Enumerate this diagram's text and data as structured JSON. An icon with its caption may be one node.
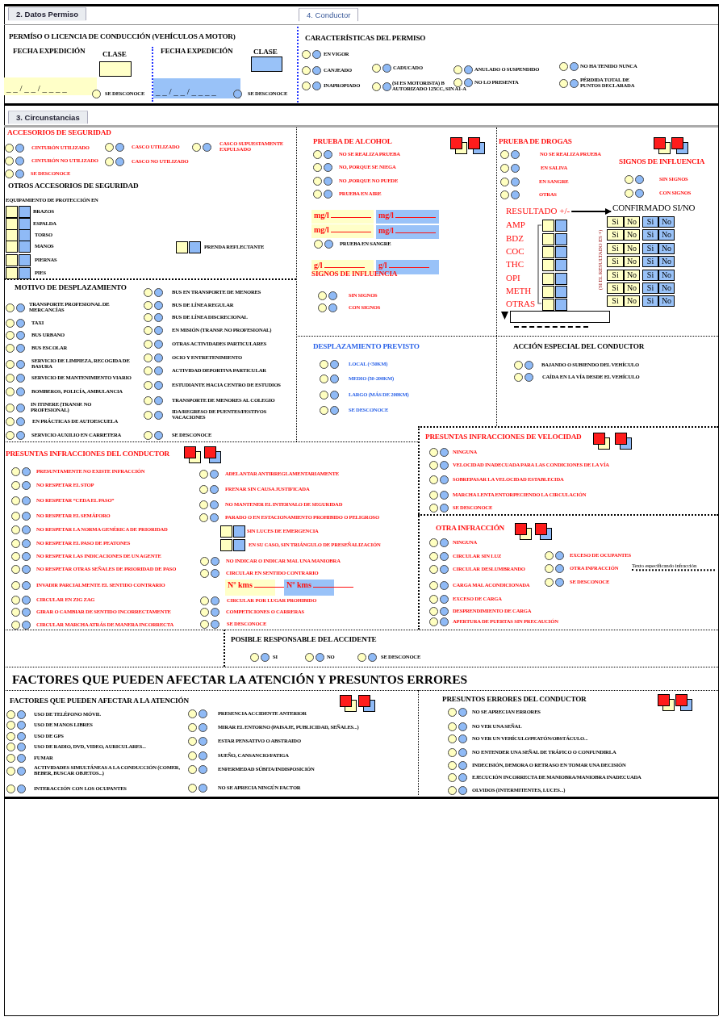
{
  "diagram": {
    "nodes": [
      {
        "text": [
          "RESULTADO +/-"
        ]
      },
      {
        "text": [
          "CONFIRMADO SI/NO"
        ]
      }
    ],
    "edges": [
      {
        "from": 0,
        "to": 1,
        "arrow": "to"
      }
    ],
    "labels": [
      "2. Datos Permiso",
      "4. Conductor",
      "PERMÍSO O LICENCIA DE CONDUCCIÓN (VEHÍCULOS A MOTOR)",
      "FECHA EXPEDICIÓN",
      "CLASE",
      "_ _ / _ _ / _ _ _ _",
      "SE DESCONOCE",
      "FECHA EXPEDICIÓN",
      "CLASE",
      "_ _ / _ _ / _ _ _ _",
      "SE DESCONOCE",
      "CARACTERÍSTICAS DEL PERMISO",
      "EN VIGOR",
      "CADUCADO",
      "ANULADO O SUSPENDIDO",
      "NO HA TENIDO NUNCA",
      "CANJEADO",
      "(SI ES MOTORISTA) B AUTORIZADO 125CC, SIN A1-A",
      "NO LO PRESENTA",
      "PÉRDIDA TOTAL DE PUNTOS DECLARADA",
      "INAPROPIADO",
      "3. Circunstancias",
      "ACCESORIOS DE SEGURIDAD",
      "CINTURÓN UTILIZADO",
      "CASCO UTILIZADO",
      "CASCO SUPUESTAMENTE EXPULSADO",
      "CINTURÓN NO UTILIZADO",
      "CASCO NO UTILIZADO",
      "SE DESCONOCE",
      "OTROS ACCESORIOS DE SEGURIDAD",
      "EQUIPAMIENTO DE PROTECCIÓN EN",
      "BRAZOS",
      "ESPALDA",
      "TORSO",
      "MANOS",
      "PRENDA REFLECTANTE",
      "PIERNAS",
      "PIES",
      "MOTIVO  DE DESPLAZAMIENTO",
      "TRANSPORTE PROFESIONAL DE MERCANCÍAS",
      "TAXI",
      "BUS URBANO",
      "BUS ESCOLAR",
      "SERVICIO DE LIMPIEZA, RECOGIDA DE BASURA",
      "SERVICIO DE MANTENIMIENTO VIARIO",
      "BOMBEROS, POLICÍA, AMBULANCIA",
      "IN ITINERE (TRANSP. NO PROFESIONAL)",
      "EN PRÁCTICAS DE AUTOESCUELA",
      "SERVICIO AUXILIO EN CARRETERA",
      "BUS EN TRANSPORTE DE MENORES",
      "BUS DE LÍNEA REGULAR",
      "BUS DE LÍNEA DISCRECIONAL",
      "EN MISIÓN (TRANSP. NO PROFESIONAL)",
      "OTRAS ACTIVIDADES PARTICULARES",
      "OCIO Y ENTRETENIMIENTO",
      "ACTIVIDAD  DEPORTIVA PARTICULAR",
      "ESTUDIANTE HACIA CENTRO DE ESTUDIOS",
      "TRANSPORTE DE MENORES AL COLEGIO",
      "IDA/REGRESO DE PUENTES/FESTIVOS VACACIONES",
      "SE DESCONOCE",
      "PRUEBA DE ALCOHOL",
      "NO SE REALIZA PRUEBA",
      "NO, PORQUE SE NIEGA",
      "NO ,PORQUE NO PUEDE",
      "PRUEBA EN AIRE",
      "mg/l",
      "mg/l",
      "mg/l",
      "mg/l",
      "PRUEBA EN SANGRE",
      "g/l",
      "g/l",
      "SIGNOS DE INFLUENCIA",
      "SIN SIGNOS",
      "CON SIGNOS",
      "PRUEBA DE DROGAS",
      "NO SE REALIZA PRUEBA",
      "EN SALIVA",
      "EN SANGRE",
      "OTRAS",
      "SIGNOS DE INFLUENCIA",
      "SIN SIGNOS",
      "CON SIGNOS",
      "AMP",
      "BDZ",
      "COC",
      "THC",
      "OPI",
      "METH",
      "OTRAS",
      "(SI EL RESULTADO ES +)",
      "Si",
      "No",
      "Si",
      "No",
      "Si",
      "No",
      "Si",
      "No",
      "Si",
      "No",
      "Si",
      "No",
      "Si",
      "No",
      "Si",
      "No",
      "Si",
      "No",
      "Si",
      "No",
      "Si",
      "No",
      "Si",
      "No",
      "Si",
      "No",
      "Si",
      "No",
      "DESPLAZAMIENTO PREVISTO",
      "LOCAL (<50KM)",
      "MEDIO (50-200KM)",
      "LARGO (MÁS DE 200KM)",
      "SE DESCONOCE",
      "ACCIÓN ESPECIAL DEL CONDUCTOR",
      "BAJANDO O SUBIENDO DEL VEHÍCULO",
      "CAÍDA EN LA VÍA DESDE EL VEHÍCULO",
      "PRESUNTAS INFRACCIONES DEL CONDUCTOR",
      "PRESUNTAMENTE NO EXISTE INFRACCIÓN",
      "NO RESPETAR EL STOP",
      "NO RESPETAR “CEDA EL PASO”",
      "NO RESPETAR EL SEMÁFORO",
      "NO RESPETAR LA NORMA GENÉRICA DE PRIORIDAD",
      "NO RESPETAR EL PASO DE PEATONES",
      "NO RESPETAR LAS INDICACIONES DE UN AGENTE",
      "NO RESPETAR OTRAS SEÑALES DE PRIORIDAD DE PASO",
      "INVADIR PARCIALMENTE EL SENTIDO CONTRARIO",
      "CIRCULAR EN ZIG ZAG",
      "GIRAR O CAMBIAR DE SENTIDO INCORRECTAMENTE",
      "CIRCULAR MARCHA ATRÁS DE MANERA INCORRECTA",
      "ADELANTAR ANTIRREGLAMENTARIAMENTE",
      "FRENAR SIN CAUSA JUSTIFICADA",
      "NO MANTENER EL INTERVALO DE SEGURIDAD",
      "PARADO O EN ESTACIONAMIENTO PROHIBIDO O PELIGROSO",
      "SIN LUCES DE EMERGENCIA",
      "EN SU CASO, SIN TRIÁNGULO DE PRESEÑALIZACIÓN",
      "NO INDICAR O INDICAR MAL UNA MANIOBRA",
      "CIRCULAR EN SENTIDO CONTRARIO",
      "Nº kms",
      "Nº kms",
      "CIRCULAR POR LUGAR PROHIBIDO",
      "COMPETICIONES O CARRERAS",
      "SE DESCONOCE",
      "PRESUNTAS INFRACCIONES DE VELOCIDAD",
      "NINGUNA",
      "VELOCIDAD INADECUADA PARA LAS CONDICIONES DE LA VÍA",
      "SOBREPASAR LA VELOCIDAD ESTABLECIDA",
      "MARCHA LENTA ENTORPECIENDO LA CIRCULACIÓN",
      "SE DESCONOCE",
      "OTRA INFRACCIÓN",
      "NINGUNA",
      "CIRCULAR SIN LUZ",
      "CIRCULAR DESLUMBRANDO",
      "CARGA MAL ACONDICIONADA",
      "EXCESO DE CARGA",
      "DESPRENDIMIENTO DE CARGA",
      "APERTURA DE PUERTAS SIN PRECAUCIÓN",
      "EXCESO DE OCUPANTES",
      "OTRA INFRACCIÓN",
      "Texto especificando infracción",
      "SE DESCONOCE",
      "POSIBLE RESPONSABLE DEL ACCIDENTE",
      "SI",
      "NO",
      "SE DESCONOCE",
      "FACTORES QUE PUEDEN AFECTAR LA ATENCIÓN Y PRESUNTOS ERRORES",
      "FACTORES QUE PUEDEN AFECTAR A LA ATENCIÓN",
      "USO DE TELÉFONO MÓVIL",
      "USO DE MANOS LIBRES",
      "USO DE GPS",
      "USO DE RADIO, DVD, VIDEO, AURICULARES...",
      "FUMAR",
      "ACTIVIDADES SIMULTÁNEAS A LA CONDUCCIÓN (COMER, BEBER, BUSCAR OBJETOS...)",
      "INTERACCIÓN CON LOS OCUPANTES",
      "PRESENCIA ACCIDENTE ANTERIOR",
      "MIRAR EL ENTORNO (PAISAJE, PUBLICIDAD, SEÑALES...)",
      "ESTAR PENSATIVO O ABSTRAIDO",
      "SUEÑO, CANSANCIO/FATIGA",
      "ENFERMEDAD SÚBITA/INDISPOSICIÓN",
      "NO SE APRECIA NINGÚN FACTOR",
      "PRESUNTOS ERRORES DEL CONDUCTOR",
      "NO SE APRECIAN ERRORES",
      "NO VER UNA SEÑAL",
      "NO VER UN VEHÍCULO/PEATÓN/OBSTÁCULO...",
      "NO ENTENDER UNA SEÑAL DE TRÁFICO O CONFUNDIRLA",
      "INDECISIÓN, DEMORA O RETRASO EN TOMAR UNA DECISIÓN",
      "EJECUCIÓN INCORRECTA DE MANIOBRA/MANIOBRA INADECUADA",
      "OLVIDOS (INTERMITENTES, LUCES...)"
    ]
  }
}
